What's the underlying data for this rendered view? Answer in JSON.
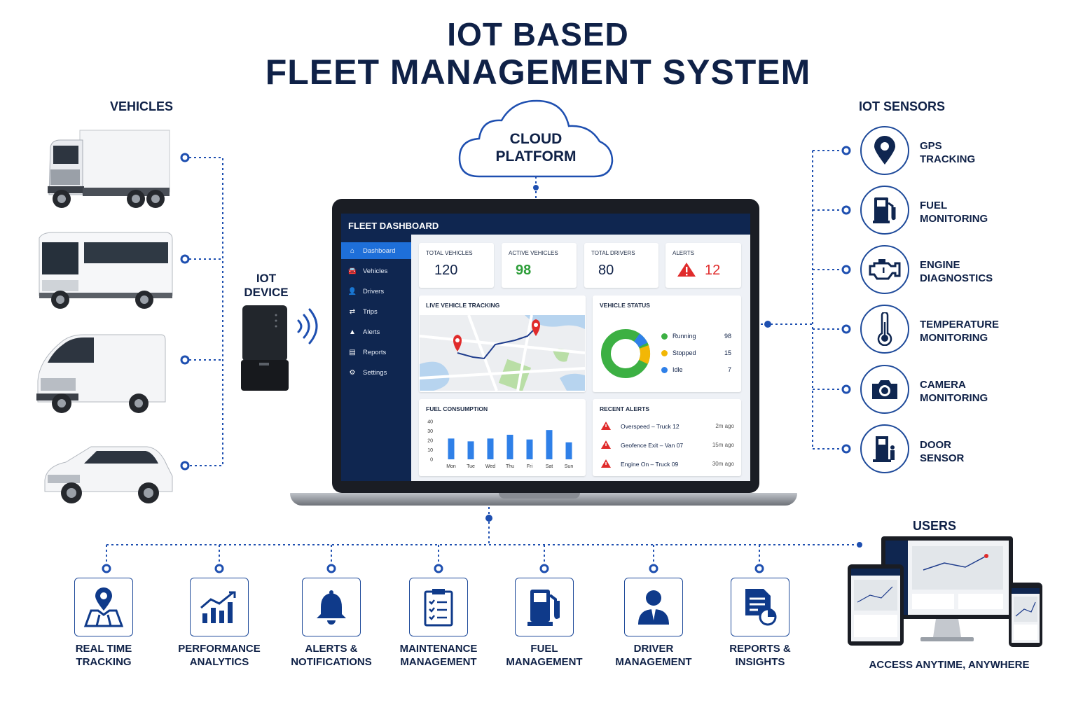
{
  "title": {
    "line1": "IOT BASED",
    "line2": "FLEET MANAGEMENT SYSTEM"
  },
  "vehicles": {
    "heading": "VEHICLES",
    "items": [
      "truck-icon",
      "bus-icon",
      "van-icon",
      "suv-icon"
    ]
  },
  "iot_device": {
    "line1": "IOT",
    "line2": "DEVICE"
  },
  "cloud": {
    "line1": "CLOUD",
    "line2": "PLATFORM"
  },
  "dashboard": {
    "title": "FLEET DASHBOARD",
    "sidebar": [
      {
        "label": "Dashboard",
        "icon": "home-icon",
        "active": true
      },
      {
        "label": "Vehicles",
        "icon": "car-icon"
      },
      {
        "label": "Drivers",
        "icon": "user-icon"
      },
      {
        "label": "Trips",
        "icon": "route-icon"
      },
      {
        "label": "Alerts",
        "icon": "bell-icon"
      },
      {
        "label": "Reports",
        "icon": "report-icon"
      },
      {
        "label": "Settings",
        "icon": "gear-icon"
      }
    ],
    "stats": [
      {
        "label": "TOTAL VEHICLES",
        "value": "120",
        "color": "#0f2147"
      },
      {
        "label": "ACTIVE VEHICLES",
        "value": "98",
        "color": "#2e9e3a"
      },
      {
        "label": "TOTAL DRIVERS",
        "value": "80",
        "color": "#0f2147"
      },
      {
        "label": "ALERTS",
        "value": "12",
        "color": "#e02b2b"
      }
    ],
    "tracking": {
      "title": "LIVE VEHICLE TRACKING"
    },
    "status": {
      "title": "VEHICLE STATUS",
      "items": [
        {
          "label": "Running",
          "value": "98",
          "color": "#3cb043"
        },
        {
          "label": "Stopped",
          "value": "15",
          "color": "#f2b705"
        },
        {
          "label": "Idle",
          "value": "7",
          "color": "#2f80e8"
        }
      ]
    },
    "fuel": {
      "title": "FUEL CONSUMPTION"
    },
    "alerts": {
      "title": "RECENT ALERTS",
      "items": [
        {
          "text": "Overspeed – Truck 12",
          "time": "2m ago"
        },
        {
          "text": "Geofence Exit – Van 07",
          "time": "15m ago"
        },
        {
          "text": "Engine On – Truck 09",
          "time": "30m ago"
        }
      ]
    }
  },
  "chart_data": {
    "type": "bar",
    "title": "FUEL CONSUMPTION",
    "categories": [
      "Mon",
      "Tue",
      "Wed",
      "Thu",
      "Fri",
      "Sat",
      "Sun"
    ],
    "values": [
      22,
      19,
      22,
      26,
      21,
      31,
      18
    ],
    "yticks": [
      "40",
      "30",
      "20",
      "10",
      "0"
    ],
    "ylim": [
      0,
      40
    ],
    "color": "#2f80e8"
  },
  "sensors": {
    "heading": "IOT SENSORS",
    "items": [
      {
        "line1": "GPS",
        "line2": "TRACKING",
        "icon": "map-pin-icon"
      },
      {
        "line1": "FUEL",
        "line2": "MONITORING",
        "icon": "fuel-pump-icon"
      },
      {
        "line1": "ENGINE",
        "line2": "DIAGNOSTICS",
        "icon": "engine-icon"
      },
      {
        "line1": "TEMPERATURE",
        "line2": "MONITORING",
        "icon": "thermometer-icon"
      },
      {
        "line1": "CAMERA",
        "line2": "MONITORING",
        "icon": "camera-icon"
      },
      {
        "line1": "DOOR",
        "line2": "SENSOR",
        "icon": "door-sensor-icon"
      }
    ]
  },
  "features": [
    {
      "line1": "REAL TIME",
      "line2": "TRACKING",
      "icon": "map-tracking-icon"
    },
    {
      "line1": "PERFORMANCE",
      "line2": "ANALYTICS",
      "icon": "analytics-icon"
    },
    {
      "line1": "ALERTS &",
      "line2": "NOTIFICATIONS",
      "icon": "bell-icon"
    },
    {
      "line1": "MAINTENANCE",
      "line2": "MANAGEMENT",
      "icon": "clipboard-icon"
    },
    {
      "line1": "FUEL",
      "line2": "MANAGEMENT",
      "icon": "fuel-pump-icon"
    },
    {
      "line1": "DRIVER",
      "line2": "MANAGEMENT",
      "icon": "driver-icon"
    },
    {
      "line1": "REPORTS &",
      "line2": "INSIGHTS",
      "icon": "report-icon"
    }
  ],
  "users": {
    "heading": "USERS",
    "caption": "ACCESS ANYTIME, ANYWHERE"
  }
}
